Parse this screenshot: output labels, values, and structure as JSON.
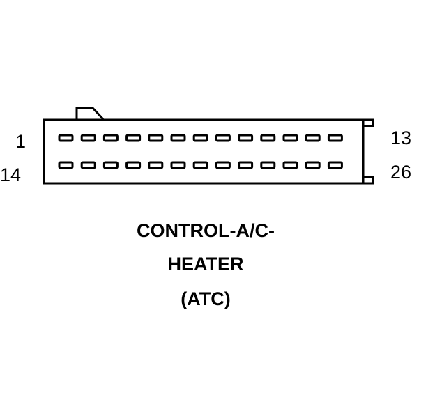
{
  "connector": {
    "pins_per_row": 13,
    "rows": 2,
    "labels": {
      "top_first": "1",
      "bottom_first": "14",
      "top_last": "13",
      "bottom_last": "26"
    }
  },
  "caption": {
    "line1": "CONTROL-A/C-",
    "line2": "HEATER",
    "line3": "(ATC)"
  },
  "colors": {
    "ink": "#000000",
    "background": "#ffffff"
  }
}
